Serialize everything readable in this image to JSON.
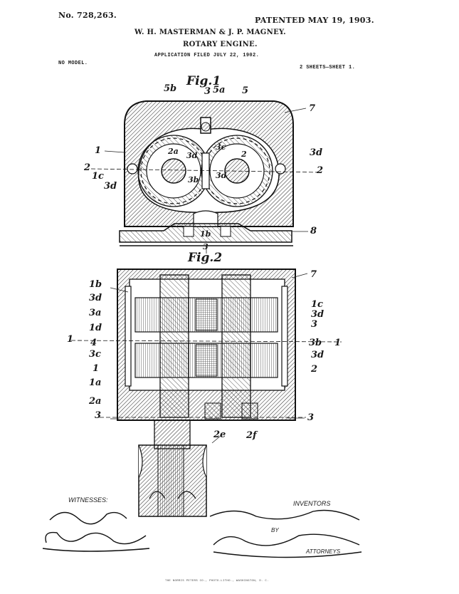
{
  "header": {
    "patent_number": "No. 728,263.",
    "patented": "PATENTED MAY 19, 1903.",
    "inventors_line": "W. H. MASTERMAN & J. P. MAGNEY.",
    "title": "ROTARY ENGINE.",
    "application": "APPLICATION FILED JULY 22, 1902.",
    "no_model": "NO MODEL.",
    "sheets": "2 SHEETS—SHEET 1."
  },
  "figures": {
    "fig1_label": "Fig.1",
    "fig2_label": "Fig.2"
  },
  "fig1_labels": {
    "l5b": "5b",
    "l3": "3",
    "l5a": "5a",
    "l5": "5",
    "l7": "7",
    "l1": "1",
    "l2_left": "2",
    "l1c": "1c",
    "l3d_left": "3d",
    "l3d_right": "3d",
    "l2_right": "2",
    "l2a": "2a",
    "l3d_in1": "3d",
    "l3c": "3c",
    "l2_in": "2",
    "l3d_in2": "3d",
    "l3b": "3b",
    "l1b": "1b",
    "l8": "8",
    "l3_bottom": "3"
  },
  "fig2_labels": {
    "l1b": "1b",
    "l3d_1": "3d",
    "l3a": "3a",
    "l1d": "1d",
    "l1_left": "1",
    "l4": "4",
    "l3c": "3c",
    "l1_b": "1",
    "l1a": "1a",
    "l2a": "2a",
    "l3_left": "3",
    "l7": "7",
    "l1c": "1c",
    "l3d_2": "3d",
    "l3_r": "3",
    "l3b": "3b",
    "l1_right": "1",
    "l3d_3": "3d",
    "l2": "2",
    "l3_right": "3",
    "l2e": "2e",
    "l2f": "2f"
  },
  "signatures": {
    "witnesses_label": "WITNESSES:",
    "inventors_label": "INVENTORS",
    "by_label": "BY",
    "attorneys_label": "ATTORNEYS"
  },
  "footer": {
    "printer": "THE NORRIS PETERS CO., PHOTO-LITHO., WASHINGTON, D. C."
  }
}
